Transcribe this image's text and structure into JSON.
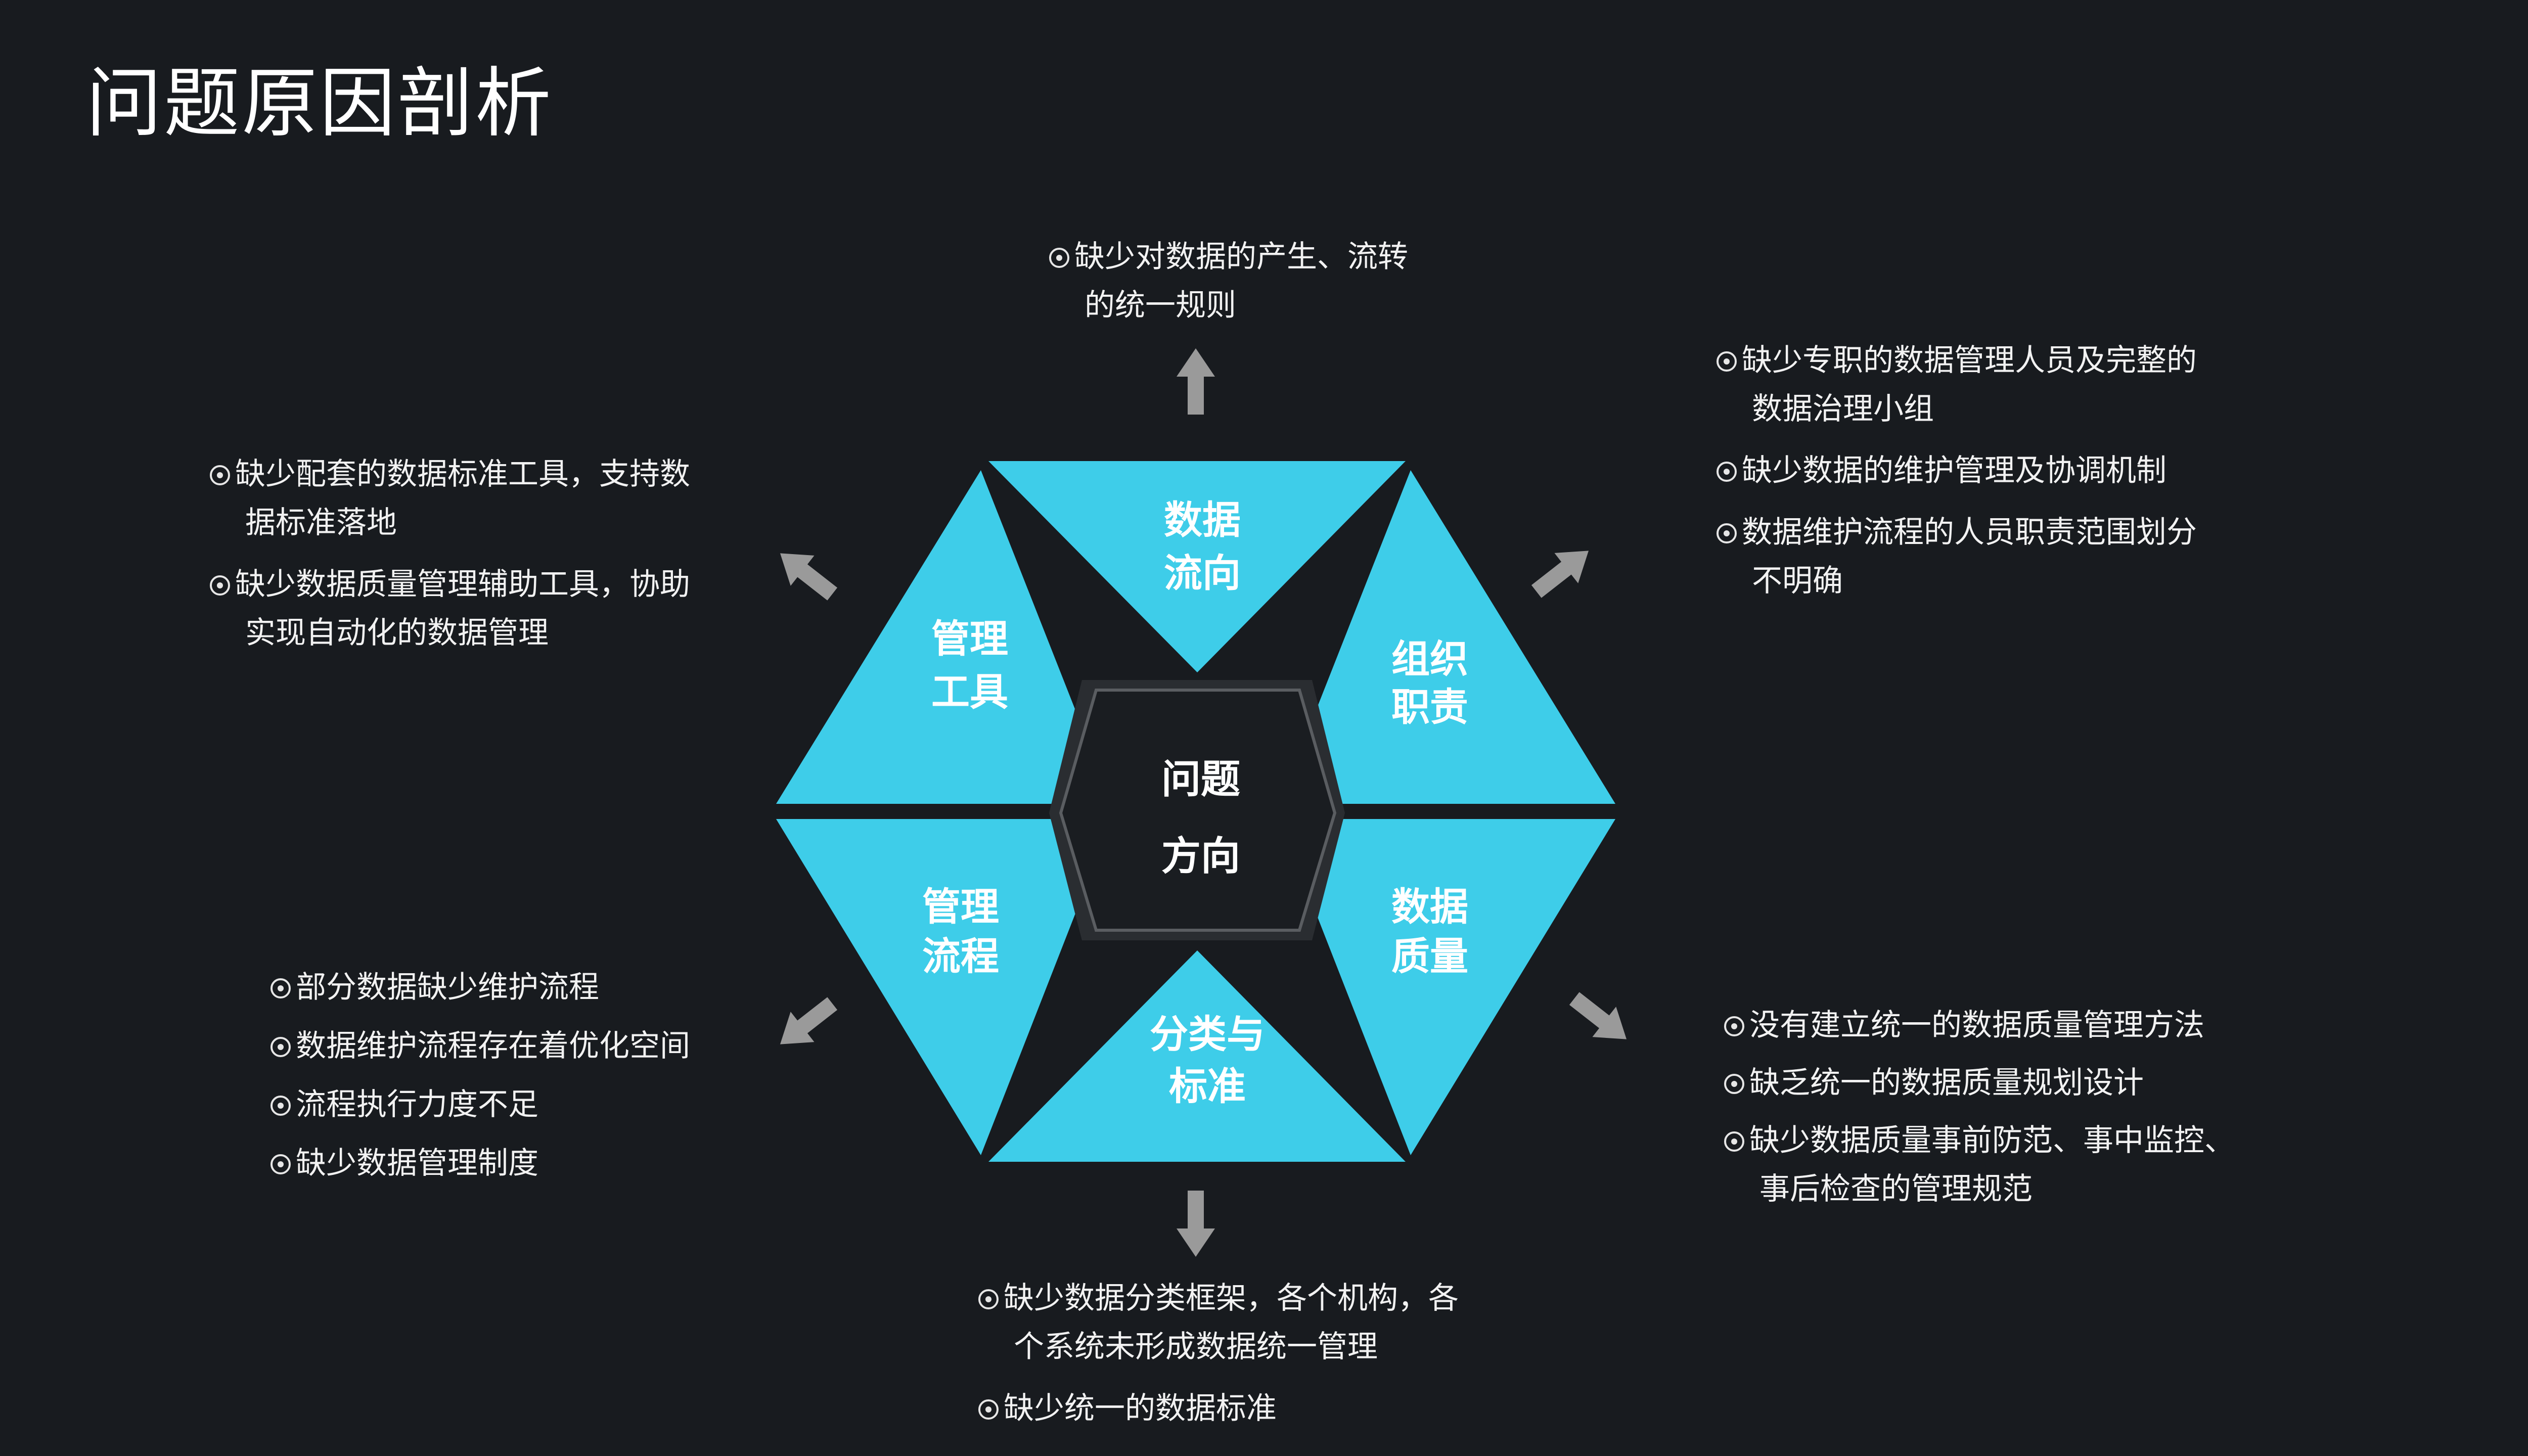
{
  "title": "问题原因剖析",
  "colors": {
    "background": "#181b1f",
    "segment": "#3ecde9",
    "center": "#1a1d21",
    "arrow": "#9a9a9a"
  },
  "center": {
    "line1": "问题",
    "line2": "方向"
  },
  "segments": {
    "top": {
      "line1": "数据",
      "line2": "流向"
    },
    "upper_right": {
      "line1": "组织",
      "line2": "职责"
    },
    "lower_right": {
      "line1": "数据",
      "line2": "质量"
    },
    "bottom": {
      "line1": "分类与",
      "line2": "标准"
    },
    "lower_left": {
      "line1": "管理",
      "line2": "流程"
    },
    "upper_left": {
      "line1": "管理",
      "line2": "工具"
    }
  },
  "groups": {
    "top": [
      {
        "line1": "缺少对数据的产生、流转",
        "line2": "的统一规则"
      }
    ],
    "upper_right": [
      {
        "line1": "缺少专职的数据管理人员及完整的",
        "line2": "数据治理小组"
      },
      {
        "line1": "缺少数据的维护管理及协调机制"
      },
      {
        "line1": "数据维护流程的人员职责范围划分",
        "line2": "不明确"
      }
    ],
    "upper_left": [
      {
        "line1": "缺少配套的数据标准工具，支持数",
        "line2": "据标准落地"
      },
      {
        "line1": "缺少数据质量管理辅助工具，协助",
        "line2": "实现自动化的数据管理"
      }
    ],
    "lower_left": [
      {
        "line1": "部分数据缺少维护流程"
      },
      {
        "line1": "数据维护流程存在着优化空间"
      },
      {
        "line1": "流程执行力度不足"
      },
      {
        "line1": "缺少数据管理制度"
      }
    ],
    "lower_right": [
      {
        "line1": "没有建立统一的数据质量管理方法"
      },
      {
        "line1": "缺乏统一的数据质量规划设计"
      },
      {
        "line1": "缺少数据质量事前防范、事中监控、",
        "line2": "事后检查的管理规范"
      }
    ],
    "bottom": [
      {
        "line1": "缺少数据分类框架，各个机构，各",
        "line2": "个系统未形成数据统一管理"
      },
      {
        "line1": "缺少统一的数据标准"
      }
    ]
  }
}
